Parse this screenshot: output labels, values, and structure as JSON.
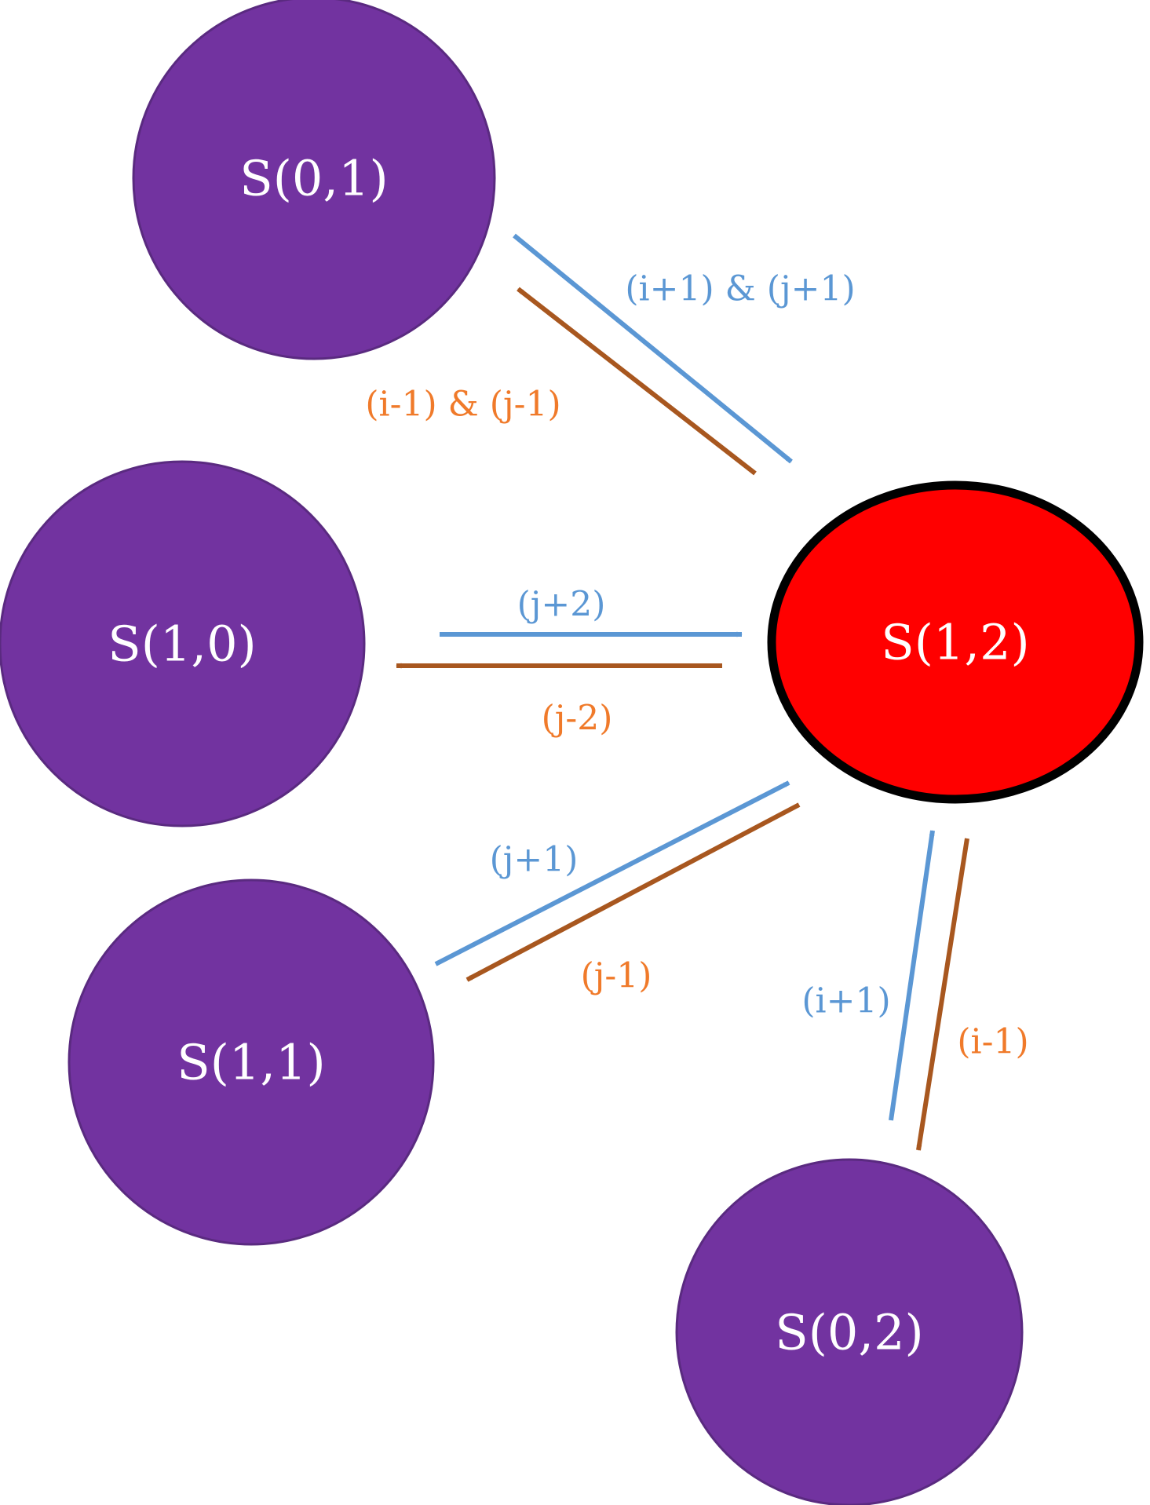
{
  "colors": {
    "node_fill": "#7233A0",
    "node_stroke": "#5a2a80",
    "center_fill": "#FF0000",
    "center_stroke": "#000000",
    "forward_arrow": "#5B97D4",
    "backward_arrow": "#A8571F",
    "forward_label": "#5B97D4",
    "backward_label": "#F07A2A",
    "node_text": "#FFFFFF"
  },
  "nodes": {
    "s01": "S(0,1)",
    "s10": "S(1,0)",
    "s11": "S(1,1)",
    "s02": "S(0,2)",
    "s12": "S(1,2)"
  },
  "edges": {
    "s01": {
      "forward": "(i+1) & (j+1)",
      "backward": "(i-1) & (j-1)"
    },
    "s10": {
      "forward": "(j+2)",
      "backward": "(j-2)"
    },
    "s11": {
      "forward": "(j+1)",
      "backward": "(j-1)"
    },
    "s02": {
      "forward": "(i+1)",
      "backward": "(i-1)"
    }
  }
}
